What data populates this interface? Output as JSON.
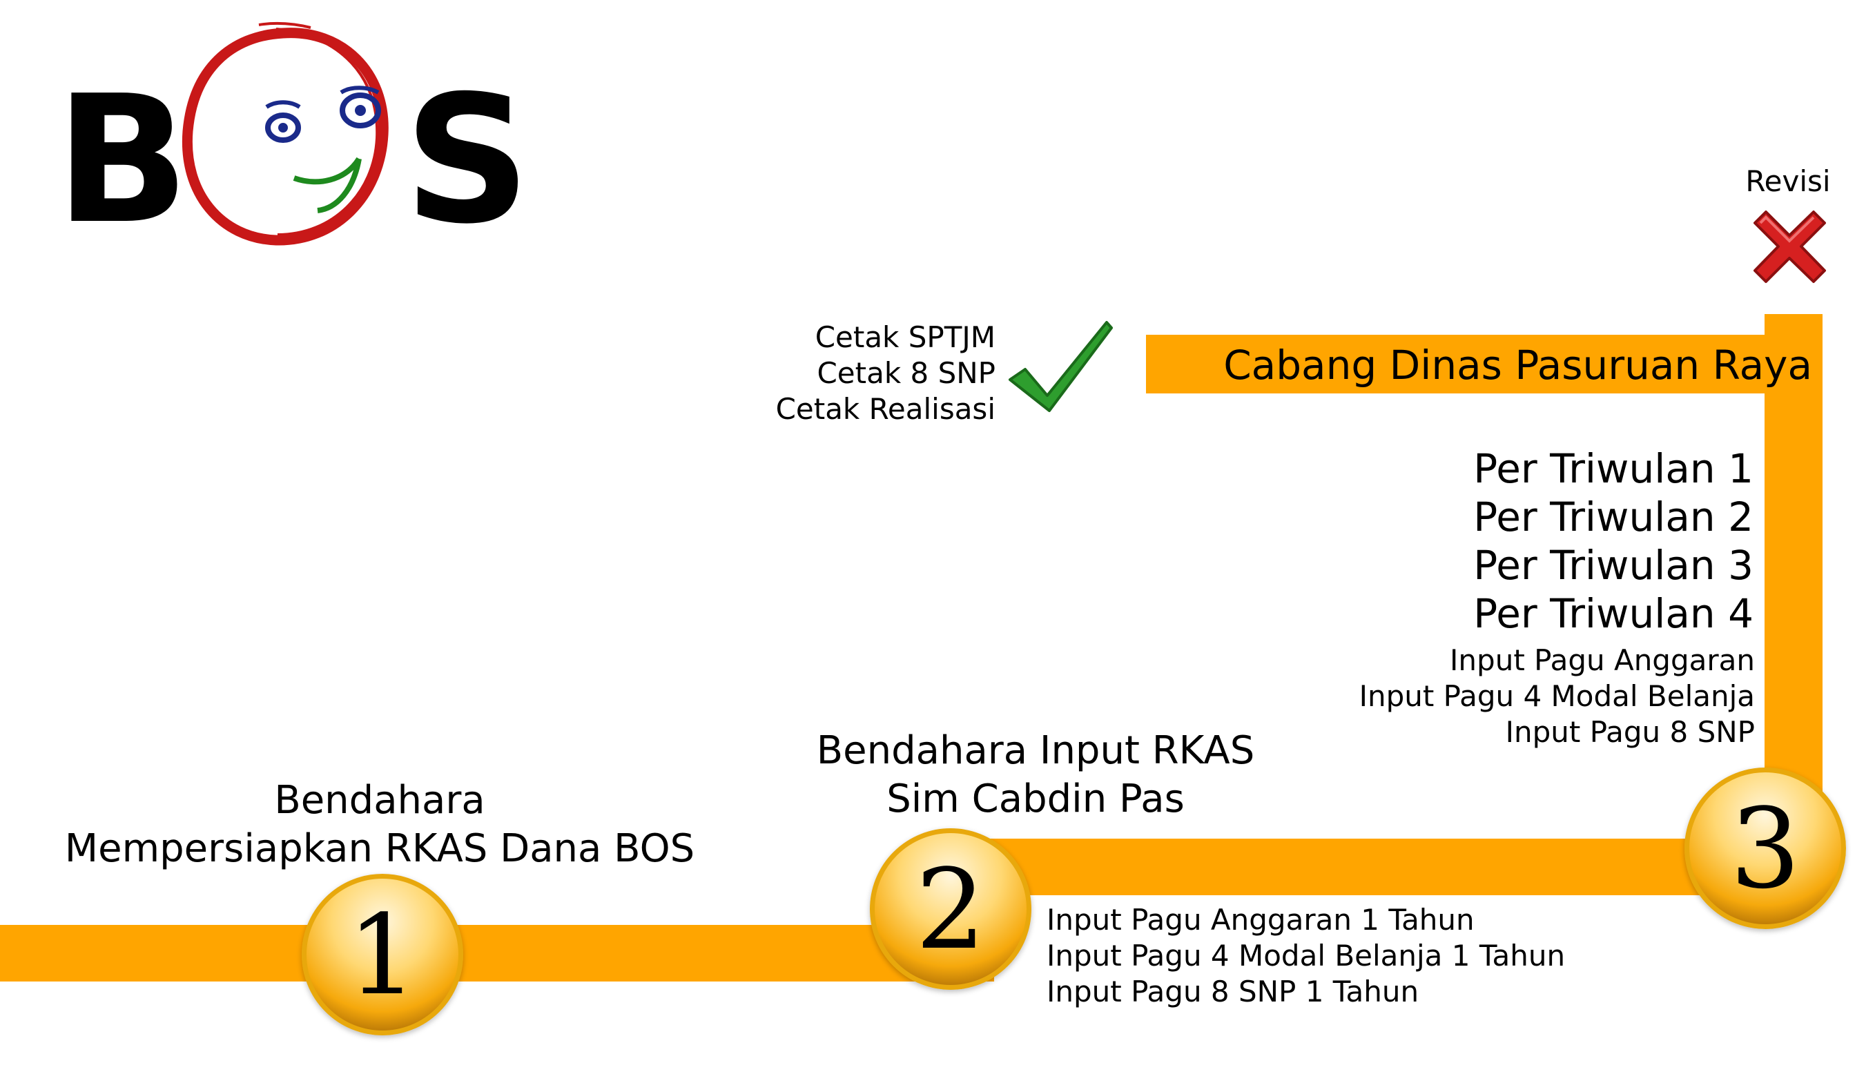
{
  "logo": {
    "letters": [
      "B",
      "S"
    ],
    "icon": "smiley-face-icon",
    "brand": "BOS"
  },
  "colors": {
    "track": "#FFA500",
    "badge_border": "#E8A80C",
    "check": "#2E9E2E",
    "cross": "#D62020",
    "face_ring": "#C81818",
    "eyes": "#1A2A8A",
    "smile": "#1E8A1E"
  },
  "step1": {
    "number": "1",
    "line1": "Bendahara",
    "line2": "Mempersiapkan RKAS Dana BOS"
  },
  "step2": {
    "number": "2",
    "line1": "Bendahara Input RKAS",
    "line2": "Sim Cabdin Pas",
    "details": [
      "Input Pagu Anggaran 1 Tahun",
      "Input Pagu 4 Modal Belanja 1 Tahun",
      "Input Pagu 8 SNP 1 Tahun"
    ]
  },
  "step3": {
    "number": "3",
    "triwulan": [
      "Per Triwulan 1",
      "Per Triwulan 2",
      "Per Triwulan 3",
      "Per Triwulan 4"
    ],
    "inputs": [
      "Input Pagu Anggaran",
      "Input Pagu 4 Modal Belanja",
      "Input Pagu 8 SNP"
    ]
  },
  "header_label": "Cabang Dinas Pasuruan Raya",
  "approved": {
    "icon": "check-icon",
    "items": [
      "Cetak SPTJM",
      "Cetak 8 SNP",
      "Cetak Realisasi"
    ]
  },
  "rejected": {
    "icon": "cross-icon",
    "label": "Revisi"
  }
}
